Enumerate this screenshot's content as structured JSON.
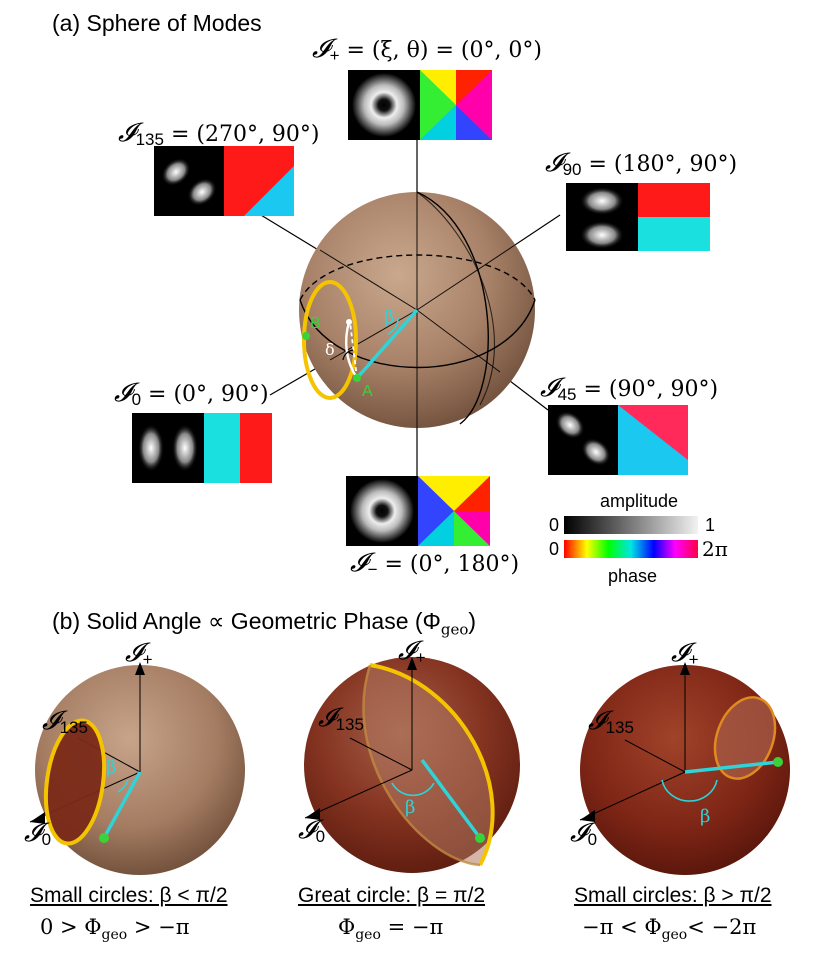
{
  "panel_a": {
    "heading": "(a) Sphere of Modes",
    "modes": {
      "plus": {
        "sym": "𝓘",
        "sub": "+",
        "eq": " = (ξ, θ) = (0°, 0°)"
      },
      "m135": {
        "sym": "𝓘",
        "sub": "135",
        "eq": " = (270°, 90°)"
      },
      "m90": {
        "sym": "𝓘",
        "sub": "90",
        "eq": " = (180°, 90°)"
      },
      "m0": {
        "sym": "𝓘",
        "sub": "0",
        "eq": " = (0°, 90°)"
      },
      "m45": {
        "sym": "𝓘",
        "sub": "45",
        "eq": " = (90°, 90°)"
      },
      "minus": {
        "sym": "𝓘",
        "sub": "−",
        "eq": " = (0°, 180°)"
      }
    },
    "sphere_labels": {
      "beta": "β",
      "delta": "δ",
      "point_a": "A",
      "point_b": "B"
    },
    "colorbars": {
      "amplitude_label": "amplitude",
      "amplitude_min": "0",
      "amplitude_max": "1",
      "phase_label": "phase",
      "phase_min": "0",
      "phase_max": "2π"
    }
  },
  "panel_b": {
    "heading_prefix": "(b) Solid Angle ∝ Geometric Phase (Φ",
    "heading_sub": "geo",
    "heading_suffix": ")",
    "axis_plus": "𝓘",
    "axis_plus_sub": "+",
    "axis_135": "𝓘",
    "axis_135_sub": "135",
    "axis_0": "𝓘",
    "axis_0_sub": "0",
    "beta": "β",
    "cases": [
      {
        "title": "Small circles: β < π/2",
        "formula_pre": "0 > Φ",
        "formula_sub": "geo",
        "formula_post": " > −π"
      },
      {
        "title": "Great circle: β = π/2",
        "formula_pre": "Φ",
        "formula_sub": "geo",
        "formula_post": " = −π"
      },
      {
        "title": "Small circles: β > π/2",
        "formula_pre": "−π < Φ",
        "formula_sub": "geo",
        "formula_post": "< −2π"
      }
    ]
  },
  "colors": {
    "sphere": "#b08a70",
    "sphere_dark": "#7a2a1a",
    "loop": "#f5c400",
    "cyan": "#2fd3d8",
    "green": "#39d23a"
  }
}
